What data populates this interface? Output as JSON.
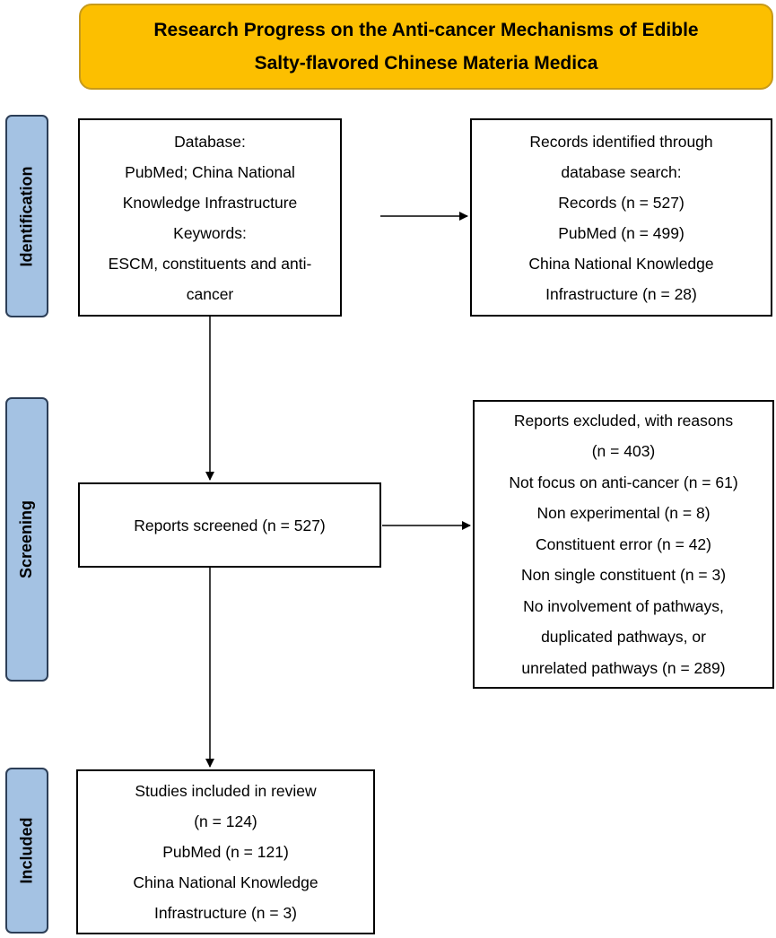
{
  "title": {
    "lines": [
      "Research Progress on the Anti-cancer Mechanisms of Edible",
      "Salty-flavored Chinese Materia Medica"
    ]
  },
  "stages": {
    "identification": "Identification",
    "screening": "Screening",
    "included": "Included"
  },
  "database_box": {
    "lines": [
      "Database:",
      "PubMed; China National",
      "Knowledge Infrastructure",
      "Keywords:",
      "ESCM, constituents and anti-",
      "cancer"
    ]
  },
  "records_box": {
    "lines": [
      "Records identified through",
      "database search:",
      "Records (n = 527)",
      "PubMed (n = 499)",
      "China National Knowledge",
      "Infrastructure (n = 28)"
    ]
  },
  "screened_box": {
    "lines": [
      "Reports screened (n = 527)"
    ]
  },
  "excluded_box": {
    "lines": [
      "Reports excluded, with reasons",
      "(n = 403)",
      "Not focus on anti-cancer (n = 61)",
      "Non experimental (n = 8)",
      "Constituent error (n = 42)",
      "Non single constituent (n = 3)",
      "No involvement of pathways,",
      "duplicated pathways, or",
      "unrelated pathways (n = 289)"
    ]
  },
  "included_box": {
    "lines": [
      "Studies included in review",
      "(n = 124)",
      "PubMed (n = 121)",
      "China National Knowledge",
      "Infrastructure (n = 3)"
    ]
  },
  "colors": {
    "title_fill": "#fcbf00",
    "title_border": "#c79a1a",
    "stage_fill": "#a4c2e3",
    "stage_border": "#2c3e57"
  }
}
